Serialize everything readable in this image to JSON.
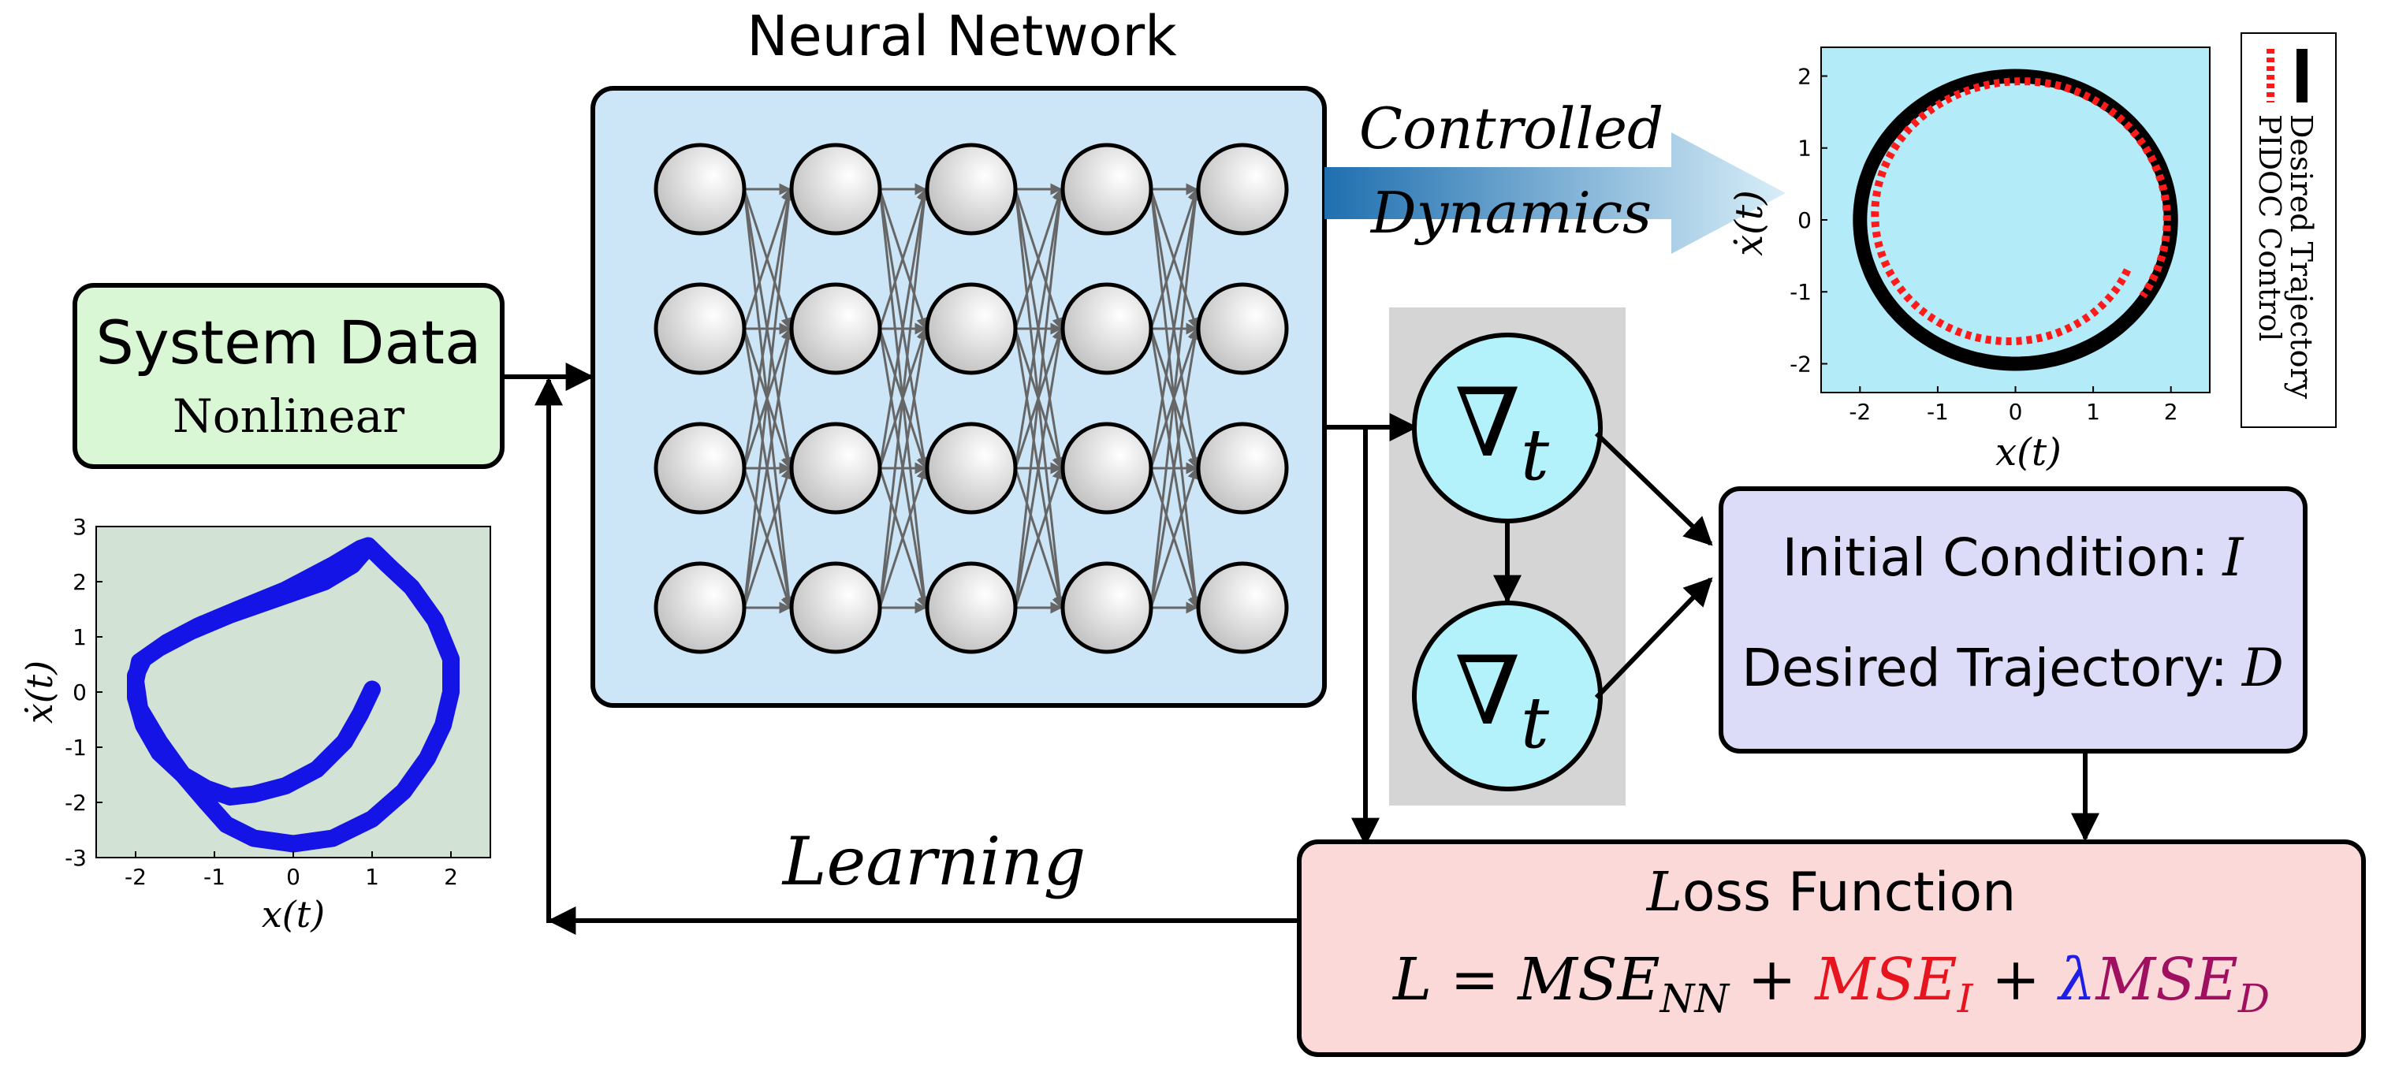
{
  "nn_title": "Neural Network",
  "system_data": {
    "title": "System Data",
    "subtitle": "Nonlinear"
  },
  "controlled_dynamics": {
    "line1": "Controlled",
    "line2": "Dynamics"
  },
  "grad_symbol": "∇",
  "grad_sub": "t",
  "conditions": {
    "initial_label": "Initial Condition:",
    "initial_symbol": "I",
    "desired_label": "Desired Trajectory:",
    "desired_symbol": "D"
  },
  "loss": {
    "title_first": "L",
    "title_rest": "oss Function",
    "eq_L": "L",
    "eq_eq": " = ",
    "eq_mse1": "MSE",
    "eq_sub_nn": "NN",
    "eq_plus1": " + ",
    "eq_mse2": "MSE",
    "eq_sub_I": "I",
    "eq_plus2": " + ",
    "eq_lambda": "λ",
    "eq_mse3": "MSE",
    "eq_sub_D": "D"
  },
  "learning_label": "Learning",
  "colors": {
    "nn_box": "#cce6f8",
    "system_box": "#d9f7d4",
    "conditions_box": "#dcdcf8",
    "loss_box": "#fbd9d9",
    "grad_panel": "#d5d5d5",
    "grad_circle": "#b3f2fb",
    "plot_bg_right": "#b3ebf8",
    "plot_bg_left": "#d2e2d4",
    "desired_line": "#000000",
    "control_line": "#ff1a1a",
    "left_orbit": "#1414e6",
    "red_term": "#e6141e",
    "blue_term": "#1e1ee6"
  },
  "nn_layers": 5,
  "nn_nodes_per_layer": 4,
  "chart_data": [
    {
      "type": "line",
      "xlabel": "x(t)",
      "ylabel": "ẋ(t)",
      "xlim": [
        -2.5,
        2.5
      ],
      "ylim": [
        -2.4,
        2.4
      ],
      "x_ticks": [
        "-2",
        "-1",
        "0",
        "1",
        "2"
      ],
      "y_ticks": [
        "2",
        "1",
        "0",
        "-1",
        "-2"
      ],
      "grid": false,
      "legend_position": "right",
      "series": [
        {
          "name": "Desired Trajectory",
          "style": "solid",
          "color": "#000000",
          "shape": "circle",
          "radius": 2.0
        },
        {
          "name": "PIDOC Control",
          "style": "dotted",
          "color": "#ff1a1a",
          "shape": "spiral",
          "start": [
            1.45,
            -0.7
          ],
          "start_radius": 1.6,
          "end_radius": 1.95
        }
      ]
    },
    {
      "type": "line",
      "xlabel": "x(t)",
      "ylabel": "ẋ(t)",
      "xlim": [
        -2.5,
        2.5
      ],
      "ylim": [
        -3,
        3
      ],
      "x_ticks": [
        "-2",
        "-1",
        "0",
        "1",
        "2"
      ],
      "y_ticks": [
        "3",
        "2",
        "1",
        "0",
        "-1",
        "-2",
        "-3"
      ],
      "grid": false,
      "series": [
        {
          "color": "#1414e6",
          "x": [
            1.0,
            0.85,
            0.65,
            0.3,
            -0.1,
            -0.5,
            -0.8,
            -1.1,
            -1.4,
            -1.7,
            -1.9,
            -2.0,
            -2.0,
            -1.9,
            -1.6,
            -1.2,
            -0.7,
            -0.1,
            0.5,
            0.85,
            0.95,
            1.2,
            1.5,
            1.8,
            2.0,
            2.0,
            1.9,
            1.7,
            1.4,
            1.0,
            0.5,
            0.0,
            -0.5,
            -0.85,
            -1.1,
            -1.4,
            -1.7,
            -1.95,
            -2.0,
            -1.95,
            -1.7,
            -1.3,
            -0.8,
            -0.2,
            0.4,
            0.75,
            0.9
          ],
          "y": [
            0.05,
            -0.4,
            -0.9,
            -1.4,
            -1.7,
            -1.85,
            -1.9,
            -1.75,
            -1.5,
            -1.1,
            -0.6,
            -0.1,
            0.3,
            0.6,
            0.9,
            1.2,
            1.5,
            1.85,
            2.3,
            2.6,
            2.65,
            2.3,
            1.9,
            1.3,
            0.6,
            0.0,
            -0.6,
            -1.2,
            -1.8,
            -2.3,
            -2.65,
            -2.75,
            -2.65,
            -2.4,
            -2.0,
            -1.5,
            -0.9,
            -0.3,
            0.2,
            0.55,
            0.8,
            1.1,
            1.4,
            1.7,
            2.0,
            2.3,
            2.55
          ]
        }
      ]
    }
  ]
}
